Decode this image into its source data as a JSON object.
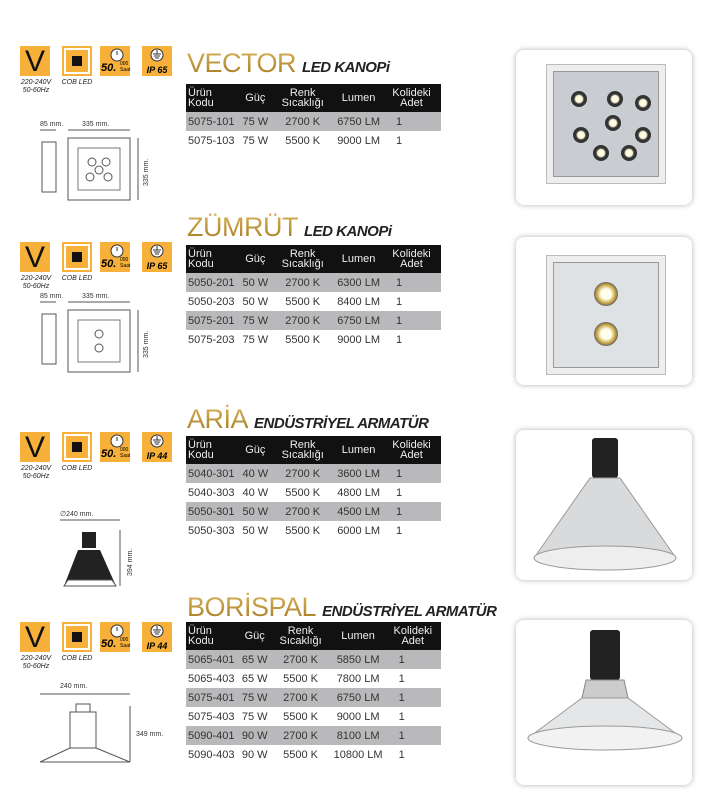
{
  "common": {
    "voltage": "220-240V",
    "frequency": "50-60Hz",
    "voltage_icon": "V",
    "cob_label": "COB LED",
    "life_value": "50.",
    "life_unit_top": "000",
    "life_unit_bottom": "Saat"
  },
  "columns": [
    "Ürün Kodu",
    "Güç",
    "Renk Sıcaklığı",
    "Lumen",
    "Kolideki Adet"
  ],
  "sections": [
    {
      "name": "VECTOR",
      "subtitle": "LED KANOPi",
      "ip": "IP 65",
      "dims": [
        "85 mm.",
        "335 mm.",
        "335 mm."
      ],
      "rows": [
        [
          "5075-101",
          "75 W",
          "2700 K",
          "6750 LM",
          "1"
        ],
        [
          "5075-103",
          "75 W",
          "5500 K",
          "9000 LM",
          "1"
        ]
      ]
    },
    {
      "name": "ZÜMRÜT",
      "subtitle": "LED KANOPi",
      "ip": "IP 65",
      "dims": [
        "85 mm.",
        "335 mm.",
        "335 mm."
      ],
      "rows": [
        [
          "5050-201",
          "50 W",
          "2700 K",
          "6300 LM",
          "1"
        ],
        [
          "5050-203",
          "50 W",
          "5500 K",
          "8400 LM",
          "1"
        ],
        [
          "5075-201",
          "75 W",
          "2700 K",
          "6750 LM",
          "1"
        ],
        [
          "5075-203",
          "75 W",
          "5500 K",
          "9000 LM",
          "1"
        ]
      ]
    },
    {
      "name": "ARİA",
      "subtitle": "ENDÜSTRİYEL ARMATÜR",
      "ip": "IP 44",
      "dims": [
        "∅240 mm.",
        "394 mm."
      ],
      "rows": [
        [
          "5040-301",
          "40 W",
          "2700 K",
          "3600 LM",
          "1"
        ],
        [
          "5040-303",
          "40 W",
          "5500 K",
          "4800 LM",
          "1"
        ],
        [
          "5050-301",
          "50 W",
          "2700 K",
          "4500 LM",
          "1"
        ],
        [
          "5050-303",
          "50 W",
          "5500 K",
          "6000 LM",
          "1"
        ]
      ]
    },
    {
      "name": "BORİSPAL",
      "subtitle": "ENDÜSTRİYEL ARMATÜR",
      "ip": "IP 44",
      "dims": [
        "240 mm.",
        "349 mm."
      ],
      "rows": [
        [
          "5065-401",
          "65 W",
          "2700 K",
          "5850 LM",
          "1"
        ],
        [
          "5065-403",
          "65 W",
          "5500 K",
          "7800 LM",
          "1"
        ],
        [
          "5075-401",
          "75 W",
          "2700 K",
          "6750 LM",
          "1"
        ],
        [
          "5075-403",
          "75 W",
          "5500 K",
          "9000 LM",
          "1"
        ],
        [
          "5090-401",
          "90 W",
          "2700 K",
          "8100 LM",
          "1"
        ],
        [
          "5090-403",
          "90 W",
          "5500 K",
          "10800 LM",
          "1"
        ]
      ]
    }
  ],
  "colors": {
    "accent": "#f7b03a",
    "gold": "#b98f2e",
    "header": "#111111",
    "shade": "#b9b9bb"
  }
}
